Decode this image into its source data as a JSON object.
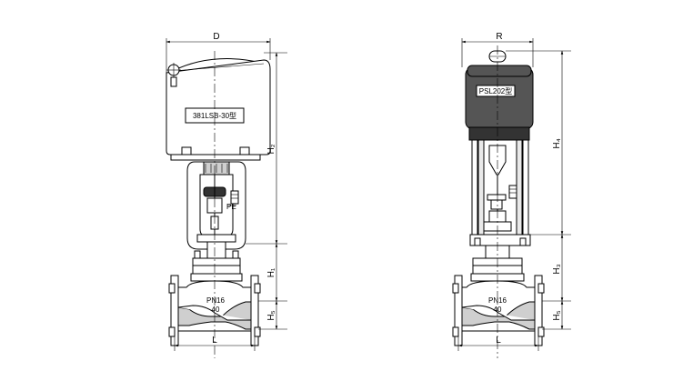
{
  "left_valve": {
    "actuator_label": "381LSB-30型",
    "pressure_label": "PN16",
    "size_label": "40",
    "dim_width_top": "D",
    "dim_total_height": "H₂",
    "dim_body_height": "H₁",
    "dim_bottom_height": "H₅",
    "dim_flange_length": "L"
  },
  "right_valve": {
    "actuator_label": "PSL202型",
    "pressure_label": "PN16",
    "size_label": "40",
    "dim_width_top": "R",
    "dim_total_height": "H₄",
    "dim_body_height": "H₃",
    "dim_bottom_height": "H₅",
    "dim_flange_length": "L"
  }
}
